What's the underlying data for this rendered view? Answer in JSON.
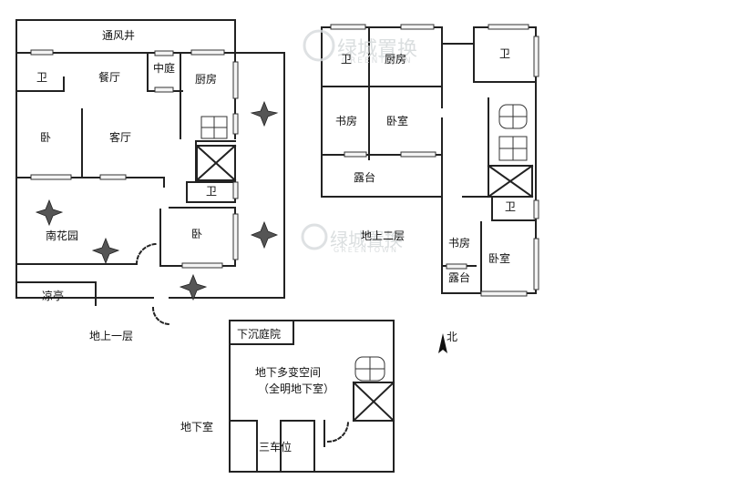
{
  "watermark": {
    "brand": "绿城置换",
    "brand_en": "GREENTOWN"
  },
  "compass": {
    "label": "北"
  },
  "floor1": {
    "caption": "地上一层",
    "rooms": {
      "ventilation_shaft": "通风井",
      "bath_nw": "卫",
      "dining": "餐厅",
      "courtyard": "中庭",
      "kitchen": "厨房",
      "bedroom_w": "卧",
      "living": "客厅",
      "bath_c": "卫",
      "south_garden": "南花园",
      "bedroom_s": "卧",
      "pavilion": "凉亭"
    }
  },
  "floor2": {
    "caption": "地上二层",
    "rooms": {
      "bath_nw": "卫",
      "kitchen_partial": "厨房",
      "bath_ne": "卫",
      "study_n": "书房",
      "bedroom_n": "卧室",
      "terrace_n": "露台",
      "bath_e": "卫",
      "study_s": "书房",
      "bedroom_s": "卧室",
      "terrace_s": "露台"
    }
  },
  "basement": {
    "caption": "地下室",
    "rooms": {
      "sunken_court": "下沉庭院",
      "flex_space": "地下多变空间",
      "flex_space_note": "（全明地下室）",
      "parking": "三车位"
    }
  }
}
